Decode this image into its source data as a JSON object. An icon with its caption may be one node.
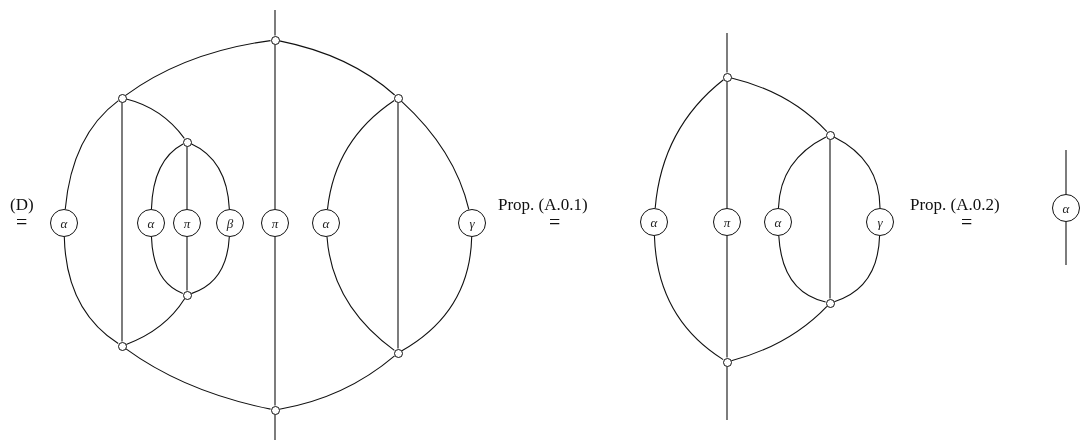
{
  "diagram": {
    "nodes": [
      {
        "text": [],
        "shape": "circle"
      },
      {
        "text": [],
        "shape": "circle"
      },
      {
        "text": [],
        "shape": "circle"
      },
      {
        "text": [],
        "shape": "circle"
      },
      {
        "text": [
          "α"
        ]
      },
      {
        "text": [
          "α"
        ]
      },
      {
        "text": [
          "π"
        ]
      },
      {
        "text": [
          "β"
        ]
      },
      {
        "text": [
          "π"
        ]
      },
      {
        "text": [
          "α"
        ]
      },
      {
        "text": [
          "γ"
        ]
      },
      {
        "text": [],
        "shape": "circle"
      },
      {
        "text": [],
        "shape": "circle"
      },
      {
        "text": [],
        "shape": "circle"
      },
      {
        "text": [],
        "shape": "circle"
      },
      {
        "text": [],
        "shape": "circle"
      },
      {
        "text": [],
        "shape": "circle"
      },
      {
        "text": [
          "α"
        ]
      },
      {
        "text": [
          "π"
        ]
      },
      {
        "text": [
          "α"
        ]
      },
      {
        "text": [
          "γ"
        ]
      },
      {
        "text": [],
        "shape": "circle"
      },
      {
        "text": [],
        "shape": "circle"
      },
      {
        "text": [
          "α"
        ]
      }
    ],
    "edges": [
      {
        "from": null,
        "to": 0,
        "arrow": "none"
      },
      {
        "from": 0,
        "to": 1,
        "arrow": "none"
      },
      {
        "from": 0,
        "to": 2,
        "arrow": "none"
      },
      {
        "from": 0,
        "to": 8,
        "arrow": "none"
      },
      {
        "from": 1,
        "to": 4,
        "arrow": "none"
      },
      {
        "from": 1,
        "to": 12,
        "arrow": "none"
      },
      {
        "from": 1,
        "to": 3,
        "arrow": "none"
      },
      {
        "from": 2,
        "to": 9,
        "arrow": "none"
      },
      {
        "from": 2,
        "to": 13,
        "arrow": "none"
      },
      {
        "from": 2,
        "to": 10,
        "arrow": "none"
      },
      {
        "from": 3,
        "to": 5,
        "arrow": "none"
      },
      {
        "from": 3,
        "to": 6,
        "arrow": "none"
      },
      {
        "from": 3,
        "to": 7,
        "arrow": "none"
      },
      {
        "from": 4,
        "to": 12,
        "arrow": "none"
      },
      {
        "from": 5,
        "to": 11,
        "arrow": "none"
      },
      {
        "from": 6,
        "to": 11,
        "arrow": "none"
      },
      {
        "from": 7,
        "to": 11,
        "arrow": "none"
      },
      {
        "from": 8,
        "to": 14,
        "arrow": "none"
      },
      {
        "from": 9,
        "to": 13,
        "arrow": "none"
      },
      {
        "from": 10,
        "to": 13,
        "arrow": "none"
      },
      {
        "from": 11,
        "to": 12,
        "arrow": "none"
      },
      {
        "from": 12,
        "to": 14,
        "arrow": "none"
      },
      {
        "from": 13,
        "to": 14,
        "arrow": "none"
      },
      {
        "from": 14,
        "to": null,
        "arrow": "none"
      },
      {
        "from": null,
        "to": 15,
        "arrow": "none"
      },
      {
        "from": 15,
        "to": 17,
        "arrow": "none"
      },
      {
        "from": 15,
        "to": 18,
        "arrow": "none"
      },
      {
        "from": 15,
        "to": 16,
        "arrow": "none"
      },
      {
        "from": 16,
        "to": 19,
        "arrow": "none"
      },
      {
        "from": 16,
        "to": 21,
        "arrow": "none"
      },
      {
        "from": 16,
        "to": 20,
        "arrow": "none"
      },
      {
        "from": 17,
        "to": 22,
        "arrow": "none"
      },
      {
        "from": 18,
        "to": 22,
        "arrow": "none"
      },
      {
        "from": 19,
        "to": 21,
        "arrow": "none"
      },
      {
        "from": 20,
        "to": 21,
        "arrow": "none"
      },
      {
        "from": 21,
        "to": 22,
        "arrow": "none"
      },
      {
        "from": 22,
        "to": null,
        "arrow": "none"
      },
      {
        "from": null,
        "to": 23,
        "arrow": "none"
      },
      {
        "from": 23,
        "to": null,
        "arrow": "none"
      }
    ],
    "labels": [
      "(D)",
      "=",
      "Prop. (A.0.1)",
      "=",
      "Prop. (A.0.2)",
      "="
    ]
  }
}
